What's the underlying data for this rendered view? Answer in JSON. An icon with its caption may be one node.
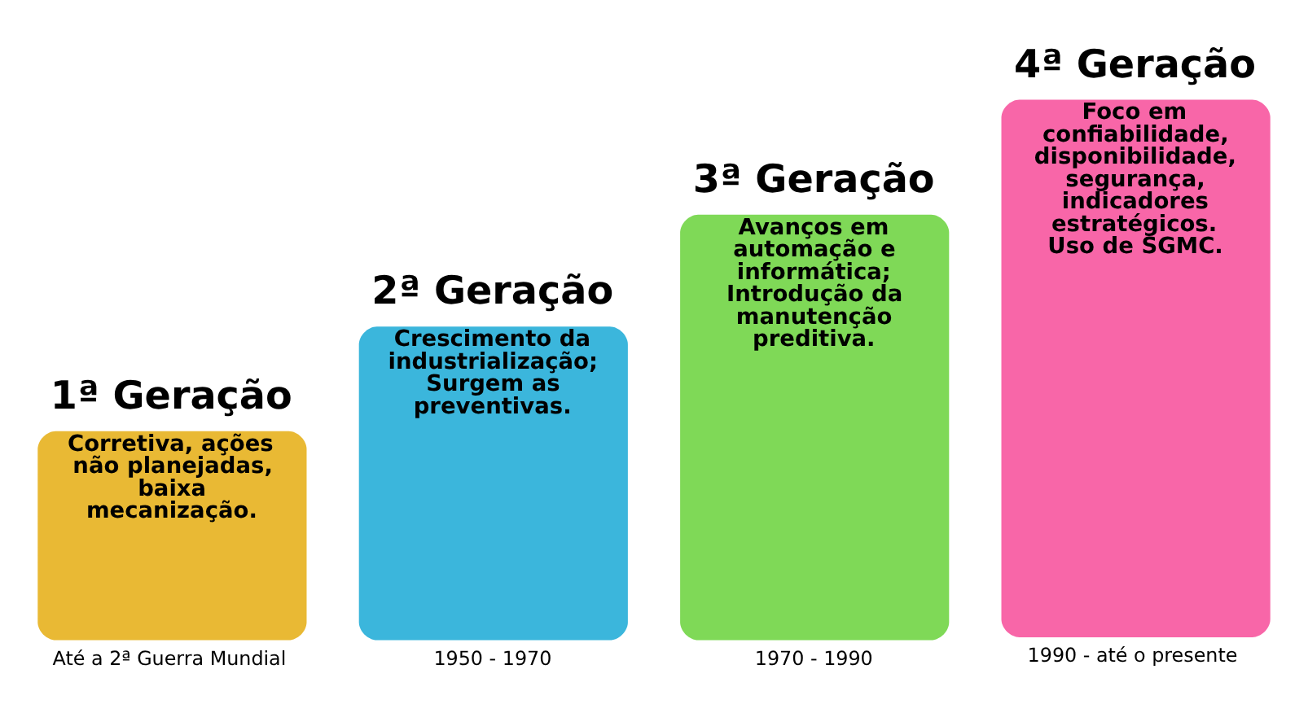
{
  "diagram": {
    "nodes": [
      {
        "text": [
          "1ª Geração",
          "Corretiva, ações não planejadas, baixa mecanização."
        ],
        "beside": [
          "Até a 2ª Guerra Mundial"
        ]
      },
      {
        "text": [
          "2ª Geração",
          "Crescimento da industrialização; Surgem as preventivas."
        ],
        "beside": [
          "1950 - 1970"
        ]
      },
      {
        "text": [
          "3ª Geração",
          "Avanços em automação e informática; Introdução da manutenção preditiva."
        ],
        "beside": [
          "1970 - 1990"
        ]
      },
      {
        "text": [
          "4ª Geração",
          "Foco em confiabilidade, disponibilidade, segurança, indicadores estratégicos. Uso de SGMC."
        ],
        "beside": [
          "1990 - até o presente"
        ]
      }
    ]
  }
}
